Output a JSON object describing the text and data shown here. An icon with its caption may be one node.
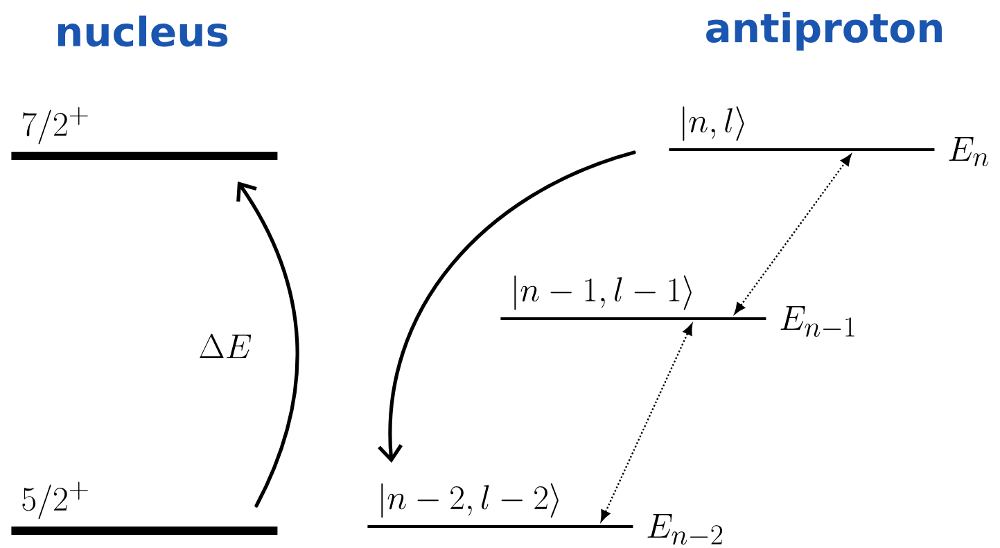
{
  "diagram": {
    "nodes": [
      {
        "text": [
          "7/2^+"
        ]
      },
      {
        "text": [
          "5/2^+"
        ]
      },
      {
        "text": [
          "|n,l\\rangle"
        ],
        "beside": [
          "E_n"
        ]
      },
      {
        "text": [
          "|n-1,l-1\\rangle"
        ],
        "beside": [
          "E_{n-1}"
        ]
      },
      {
        "text": [
          "|n-2,l-2\\rangle"
        ],
        "beside": [
          "E_{n-2}"
        ]
      }
    ],
    "edges": [
      {
        "from": 1,
        "to": 0,
        "arrow": "to",
        "label": "\\Delta E",
        "style": "thick"
      },
      {
        "from": 2,
        "to": 4,
        "arrow": "to",
        "style": "thick"
      },
      {
        "from": 3,
        "to": 2,
        "arrow": "both",
        "style": "dashed"
      },
      {
        "from": 4,
        "to": 3,
        "arrow": "both",
        "style": "dashed"
      }
    ],
    "labels": [
      "nucleus",
      "antiproton"
    ]
  }
}
